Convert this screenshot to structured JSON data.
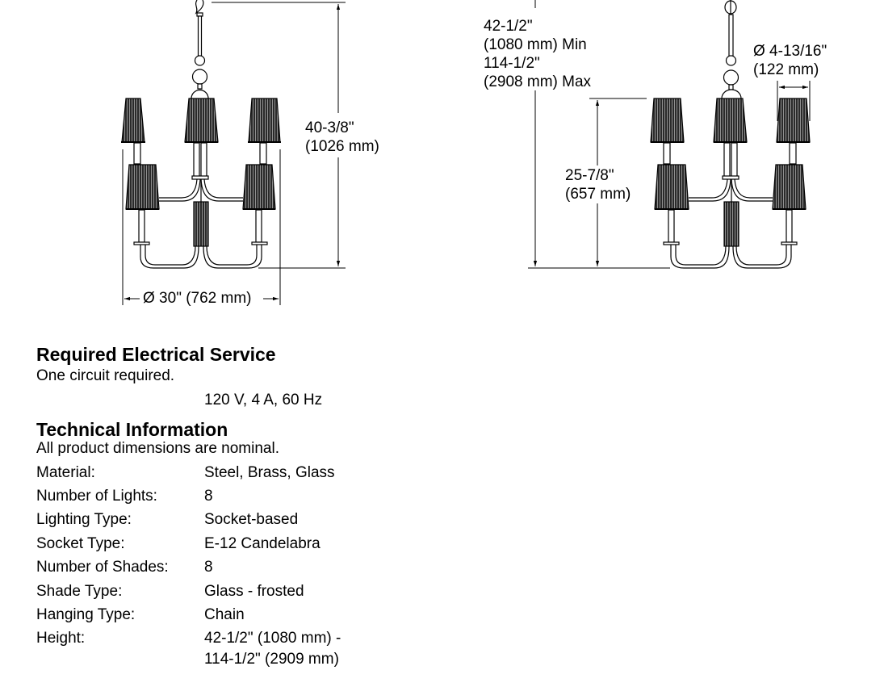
{
  "drawings": {
    "front_view": {
      "height_dimension": [
        "40-3/8\"",
        "(1026 mm)"
      ],
      "diameter_dimension": "Ø 30\" (762 mm)"
    },
    "side_view": {
      "overall_height_dimension": [
        "42-1/2\"",
        "(1080 mm) Min",
        "114-1/2\"",
        "(2908 mm) Max"
      ],
      "body_height_dimension": [
        "25-7/8\"",
        "(657 mm)"
      ],
      "shade_diameter_dimension": [
        "Ø 4-13/16\"",
        "(122 mm)"
      ]
    }
  },
  "electrical": {
    "title": "Required Electrical Service",
    "note": "One circuit required.",
    "rating": "120 V, 4 A, 60 Hz"
  },
  "technical": {
    "title": "Technical Information",
    "note": "All product dimensions are nominal.",
    "specs": [
      {
        "label": "Material:",
        "value": "Steel, Brass, Glass"
      },
      {
        "label": "Number of Lights:",
        "value": "8"
      },
      {
        "label": "Lighting Type:",
        "value": "Socket-based"
      },
      {
        "label": "Socket Type:",
        "value": "E-12 Candelabra"
      },
      {
        "label": "Number of Shades:",
        "value": "8"
      },
      {
        "label": "Shade Type:",
        "value": "Glass - frosted"
      },
      {
        "label": "Hanging Type:",
        "value": "Chain"
      },
      {
        "label": "Height:",
        "value": "42-1/2\" (1080 mm) -",
        "value_line2": "114-1/2\" (2909 mm)"
      }
    ]
  }
}
